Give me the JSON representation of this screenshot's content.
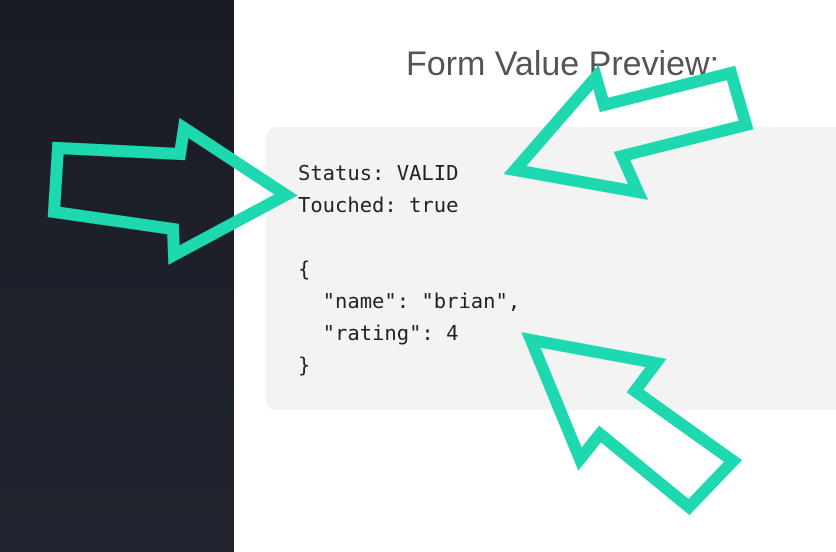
{
  "page": {
    "title": "Form Value Preview:"
  },
  "preview": {
    "status_line": "Status: VALID",
    "touched_line": "Touched: true",
    "json_lines": [
      "{",
      "  \"name\": \"brian\",",
      "  \"rating\": 4",
      "}"
    ]
  },
  "colors": {
    "sidebar": "#1c1f28",
    "annotation_arrow": "#1ed8b0",
    "preview_background": "#f3f3f3",
    "title_text": "#555555"
  },
  "icons": {
    "arrow_left_status": "arrow-right-icon",
    "arrow_top_status": "arrow-down-left-icon",
    "arrow_bottom_json": "arrow-up-left-icon"
  }
}
